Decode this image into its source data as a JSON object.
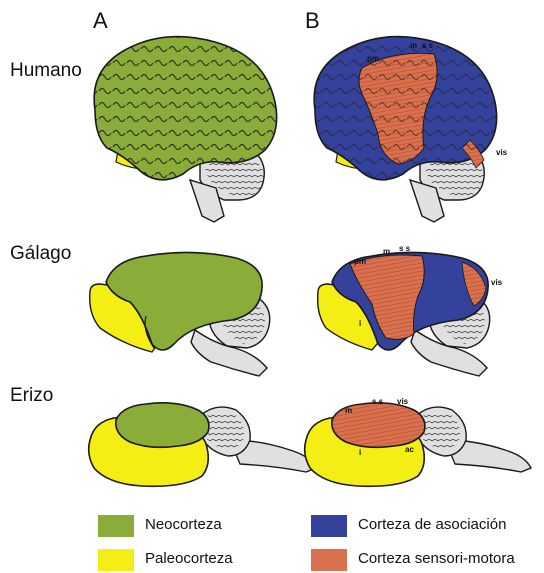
{
  "columns": {
    "a": "A",
    "b": "B"
  },
  "rows": {
    "human": "Humano",
    "galago": "Gálago",
    "hedgehog": "Erizo"
  },
  "region_labels": {
    "human": {
      "pm": "pm",
      "m": "m",
      "ss": "s s",
      "vis": "vis"
    },
    "galago": {
      "pm": "pm",
      "m": "m",
      "ss": "s s",
      "vis": "vis",
      "i": "i"
    },
    "hedgehog": {
      "m": "m",
      "ss": "s s",
      "vis": "vis",
      "i": "i",
      "ac": "ac"
    }
  },
  "legend": {
    "neocortex": "Neocorteza",
    "paleocortex": "Paleocorteza",
    "association": "Corteza de asociación",
    "sensorimotor": "Corteza sensori-motora"
  },
  "colors": {
    "neocortex": "#8aad3a",
    "paleocortex": "#f5ee14",
    "association": "#34429c",
    "sensorimotor": "#d9704e",
    "cerebellum": "#e0e0e0",
    "outline": "#1a1a1a"
  }
}
